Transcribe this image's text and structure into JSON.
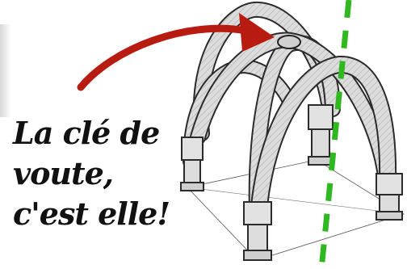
{
  "caption": {
    "line1": "La clé de",
    "line2": "voute,",
    "line3": "c'est elle!"
  },
  "illustration": {
    "subject": "ribbed-cross-vault",
    "arrow_color": "#b81b10",
    "dashed_line_color": "#2fb81f",
    "stone_color": "#d9d9d9",
    "outline_color": "#2b2b2b"
  }
}
